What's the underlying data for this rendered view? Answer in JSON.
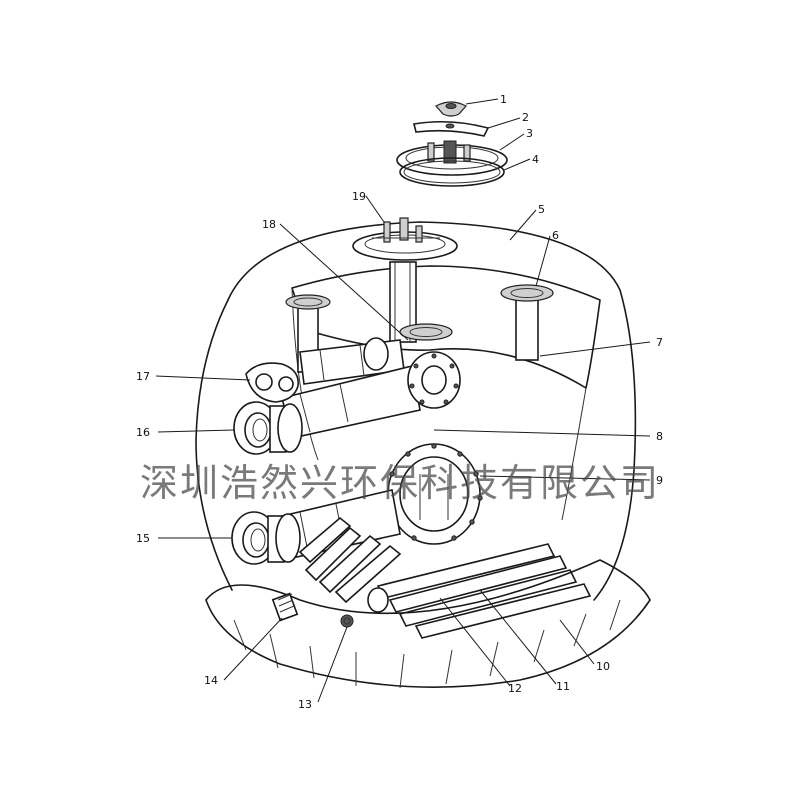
{
  "callouts": [
    {
      "id": "c1",
      "text": "1"
    },
    {
      "id": "c2",
      "text": "2"
    },
    {
      "id": "c3",
      "text": "3"
    },
    {
      "id": "c4",
      "text": "4"
    },
    {
      "id": "c5",
      "text": "5"
    },
    {
      "id": "c6",
      "text": "6"
    },
    {
      "id": "c7",
      "text": "7"
    },
    {
      "id": "c8",
      "text": "8"
    },
    {
      "id": "c9",
      "text": "9"
    },
    {
      "id": "c10",
      "text": "10"
    },
    {
      "id": "c11",
      "text": "11"
    },
    {
      "id": "c12",
      "text": "12"
    },
    {
      "id": "c13",
      "text": "13"
    },
    {
      "id": "c14",
      "text": "14"
    },
    {
      "id": "c15",
      "text": "15"
    },
    {
      "id": "c16",
      "text": "16"
    },
    {
      "id": "c17",
      "text": "17"
    },
    {
      "id": "c18",
      "text": "18"
    },
    {
      "id": "c19",
      "text": "19"
    }
  ],
  "watermark": "深圳浩然兴环保科技有限公司"
}
